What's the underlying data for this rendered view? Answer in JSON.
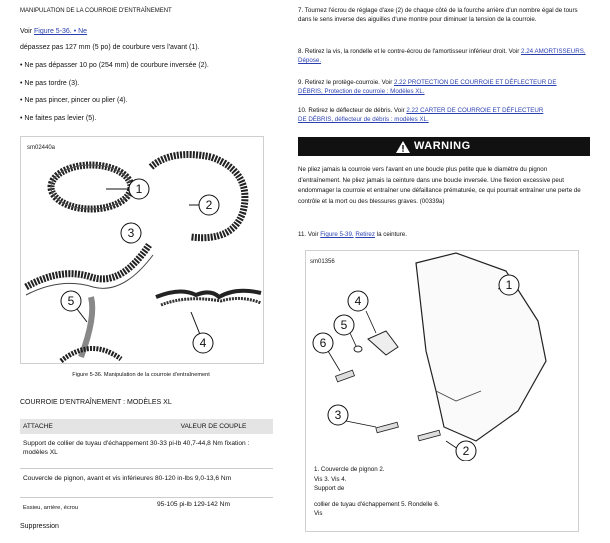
{
  "left": {
    "header": "MANIPULATION DE LA COURROIE D'ENTRAÎNEMENT",
    "see_prefix": "Voir ",
    "see_link": "Figure 5-36. • Ne",
    "bullets": [
      "dépassez pas 127 mm (5 po) de courbure vers l'avant (1).",
      "• Ne pas dépasser 10 po (254 mm) de courbure inversée (2).",
      "• Ne pas tordre (3).",
      "• Ne pas pincer, pincer ou plier (4).",
      "• Ne faites pas levier (5)."
    ],
    "figure1": {
      "id": "sm02440a",
      "callouts": [
        "1",
        "2",
        "3",
        "4",
        "5"
      ],
      "caption": "Figure 5-36. Manipulation de la courroie d'entraînement"
    },
    "table_title": "COURROIE D'ENTRAÎNEMENT : MODÈLES XL",
    "table": {
      "headers": [
        "ATTACHE",
        "VALEUR DE COUPLE"
      ],
      "rows": [
        {
          "attache": "Support de collier de tuyau d'échappement 30-33 pi-lb 40,7-44,8 Nm fixation : modèles XL",
          "valeur": ""
        },
        {
          "attache": "Couvercle de pignon, avant et vis inférieures 80-120 in-lbs 9,0-13,6 Nm",
          "valeur": ""
        },
        {
          "attache": "Essieu, arrière, écrou",
          "valeur": "95-105 pi-lb 129-142 Nm"
        }
      ]
    },
    "footer": "Suppression"
  },
  "right": {
    "steps": [
      {
        "num": "7.",
        "text": "Tournez l'écrou de réglage d'axe (2) de chaque côté de la fourche arrière d'un nombre égal de tours dans le sens inverse des aiguilles d'une montre pour diminuer la tension de la courroie.",
        "link": ""
      },
      {
        "num": "8.",
        "text": "Retirez la vis, la rondelle et le contre-écrou de l'amortisseur inférieur droit. Voir ",
        "link": "2.24 AMORTISSEURS, Dépose."
      },
      {
        "num": "9.",
        "text": "Retirez le protège-courroie. Voir ",
        "link": "2.22 PROTECTION DE COURROIE ET DÉFLECTEUR DE DÉBRIS, Protection de courroie : Modèles XL."
      },
      {
        "num": "10.",
        "text": "Retirez le déflecteur de débris. Voir ",
        "link": "2.22 CARTER DE COURROIE ET DÉFLECTEUR DE DÉBRIS, déflecteur de débris : modèles XL."
      }
    ],
    "warning_title": "WARNING",
    "warning_text": "Ne pliez jamais la courroie vers l'avant en une boucle plus petite que le diamètre du pignon d'entraînement. Ne pliez jamais la ceinture dans une boucle inversée. Une flexion excessive peut endommager la courroie et entraîner une défaillance prématurée, ce qui pourrait entraîner une perte de contrôle et la mort ou des blessures graves. (00339a)",
    "step11_prefix": "11. Voir ",
    "step11_link": "Figure 5-39.",
    "step11_link2": "Retirez",
    "step11_suffix": " la ceinture.",
    "figure2": {
      "id": "sm01356",
      "callouts": [
        "1",
        "2",
        "3",
        "4",
        "5",
        "6"
      ],
      "legend": [
        "1. Couvercle de pignon 2.",
        "Vis 3. Vis 4.",
        "Support de",
        "collier de tuyau d'échappement 5. Rondelle 6.",
        "Vis"
      ]
    },
    "colors": {
      "link": "#2a3fb0",
      "warning_bg": "#111111"
    }
  }
}
